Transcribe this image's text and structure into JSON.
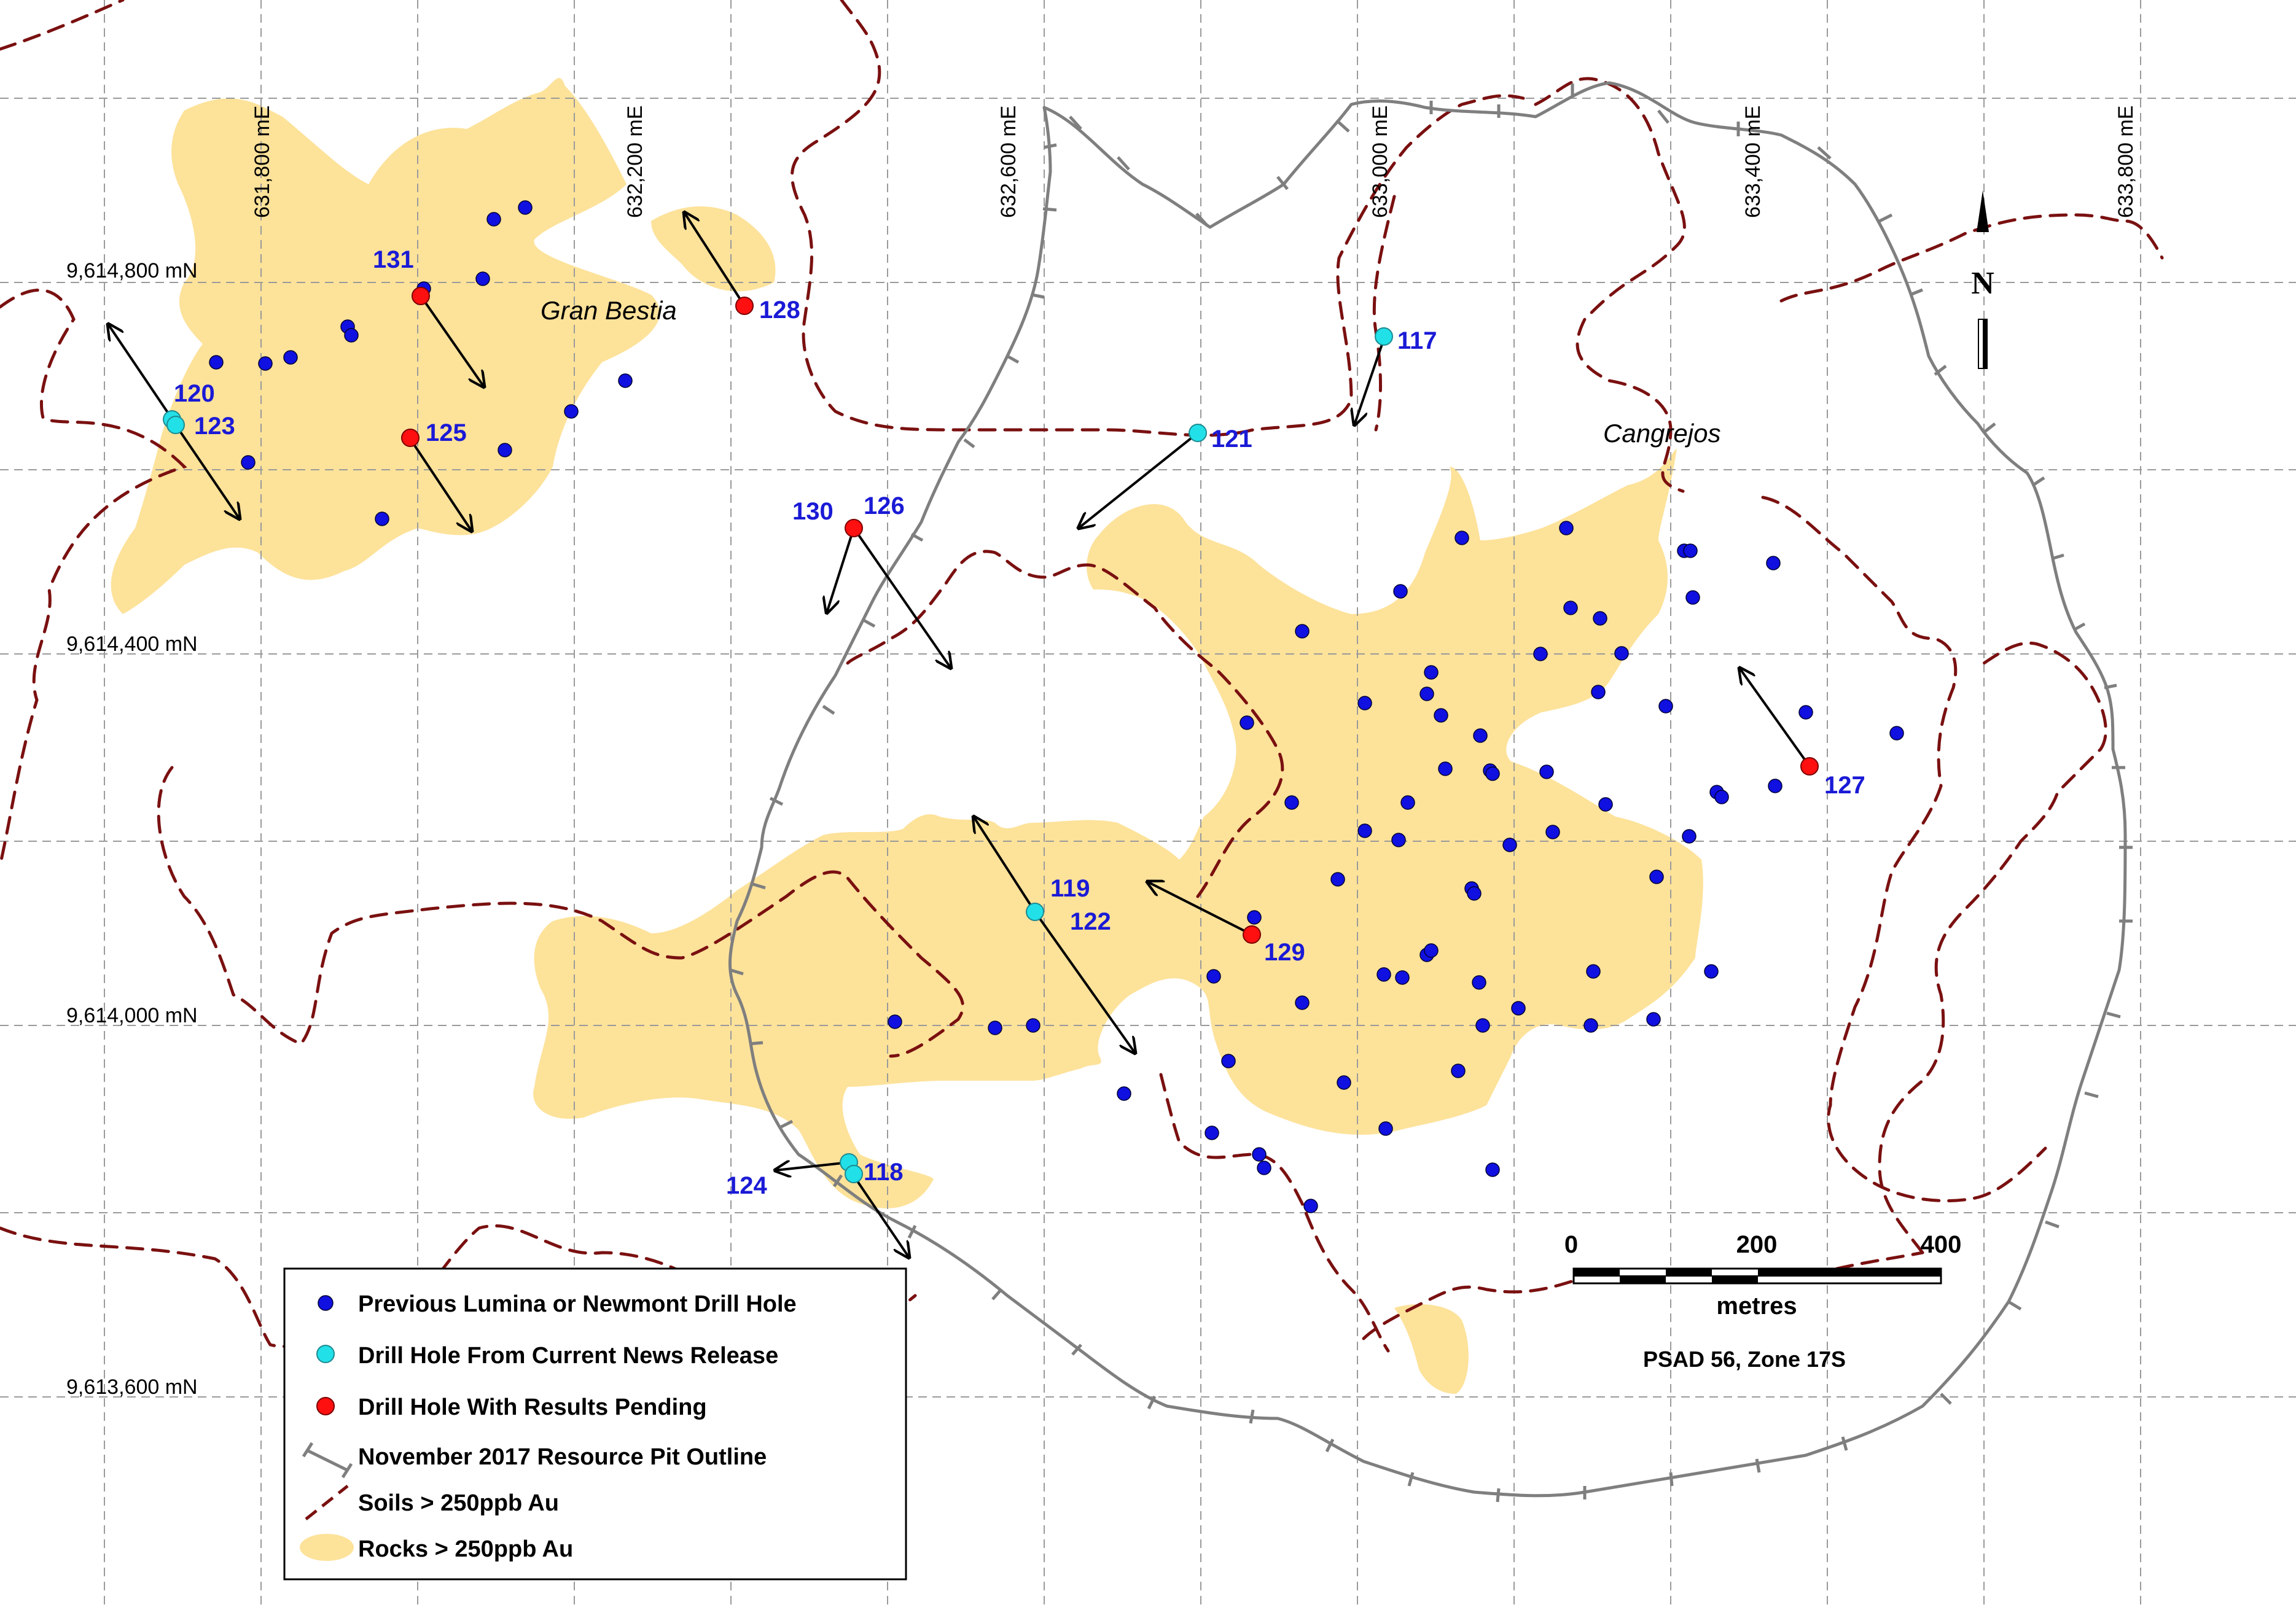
{
  "colors": {
    "rocks_fill": "#fde29a",
    "soils_line": "#7a1010",
    "pit_line": "#7f7f7f",
    "previous_hole": "#1010e0",
    "current_hole": "#22e0e8",
    "pending_hole": "#ff1010",
    "hole_label": "#1a1ad6",
    "grid": "#9a9a9a"
  },
  "easting_labels": [
    "631,800 mE",
    "632,200 mE",
    "632,600 mE",
    "633,000 mE",
    "633,400 mE",
    "633,800 mE"
  ],
  "northing_labels": [
    "9,614,800 mN",
    "9,614,400 mN",
    "9,614,000 mN",
    "9,613,600 mN"
  ],
  "places": {
    "gran_bestia": "Gran Bestia",
    "cangrejos": "Cangrejos"
  },
  "holes": {
    "h117": "117",
    "h118": "118",
    "h119": "119",
    "h120": "120",
    "h121": "121",
    "h122": "122",
    "h123": "123",
    "h124": "124",
    "h125": "125",
    "h126": "126",
    "h127": "127",
    "h128": "128",
    "h129": "129",
    "h130": "130",
    "h131": "131"
  },
  "legend": {
    "previous": "Previous Lumina or Newmont Drill Hole",
    "current": "Drill Hole From Current News Release",
    "pending": "Drill Hole With Results Pending",
    "pit": "November 2017 Resource Pit Outline",
    "soils": "Soils > 250ppb Au",
    "rocks": "Rocks > 250ppb Au"
  },
  "scale": {
    "t0": "0",
    "t200": "200",
    "t400": "400",
    "unit": "metres",
    "datum": "PSAD 56, Zone 17S"
  },
  "north_letter": "N"
}
